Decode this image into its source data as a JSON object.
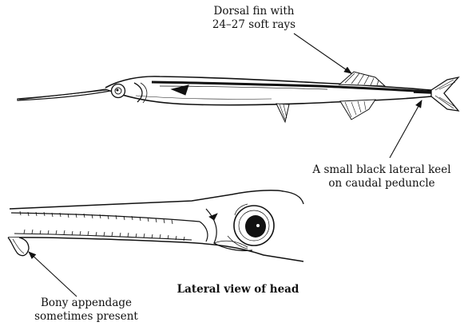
{
  "labels": {
    "dorsal_fin": {
      "line1": "Dorsal fin with",
      "line2": "24–27 soft rays"
    },
    "keel": {
      "line1": "A small black lateral keel",
      "line2": "on caudal peduncle"
    },
    "head_view": "Lateral view of head",
    "appendage": {
      "line1": "Bony appendage",
      "line2": "sometimes present"
    }
  }
}
